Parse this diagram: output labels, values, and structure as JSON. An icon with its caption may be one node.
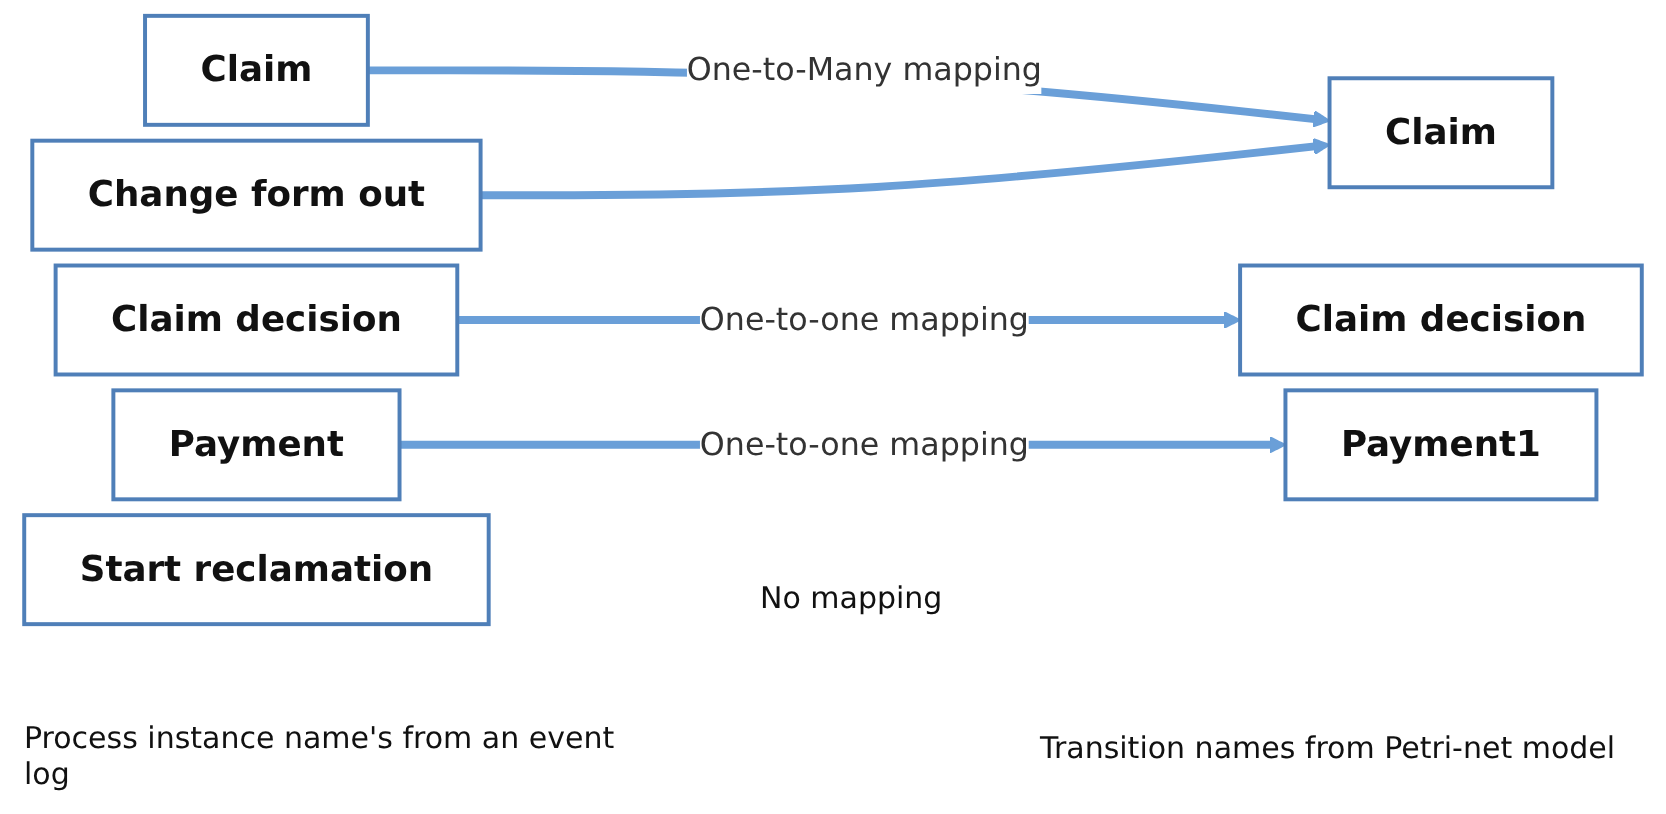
{
  "diagram": {
    "nodes": [
      {
        "text": [
          "Claim"
        ]
      },
      {
        "text": [
          "Change form out"
        ]
      },
      {
        "text": [
          "Claim decision"
        ]
      },
      {
        "text": [
          "Payment"
        ]
      },
      {
        "text": [
          "Start reclamation"
        ]
      },
      {
        "text": [
          "Claim"
        ]
      },
      {
        "text": [
          "Claim decision"
        ]
      },
      {
        "text": [
          "Payment1"
        ]
      }
    ],
    "edges": [
      {
        "from": 0,
        "to": 5,
        "arrow": "to",
        "label": "One-to-Many mapping"
      },
      {
        "from": 1,
        "to": 5,
        "arrow": "to"
      },
      {
        "from": 2,
        "to": 6,
        "arrow": "to",
        "label": "One-to-one mapping"
      },
      {
        "from": 3,
        "to": 7,
        "arrow": "to",
        "label": "One-to-one mapping"
      }
    ],
    "labels": [
      "No mapping",
      "Process instance name's from an event log",
      "Transition names from Petri-net model"
    ]
  }
}
